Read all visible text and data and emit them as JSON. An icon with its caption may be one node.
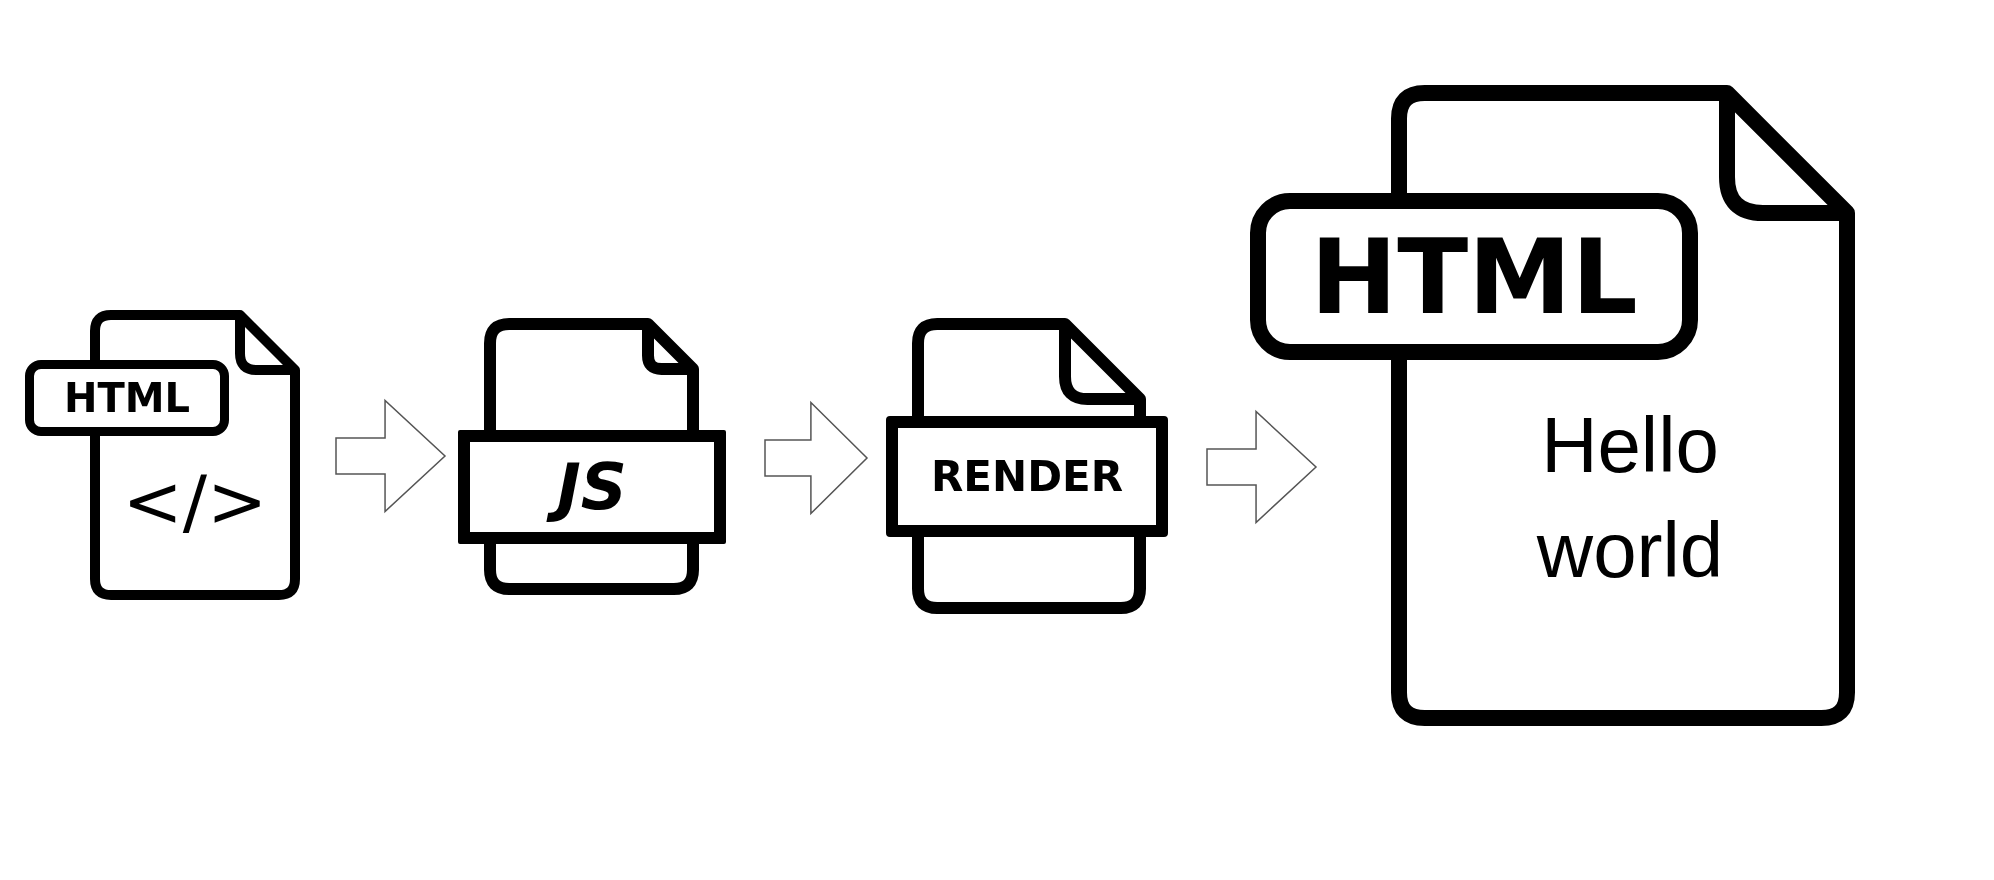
{
  "diagram": {
    "nodes": [
      {
        "text": [
          "HTML",
          "</>"
        ]
      },
      {
        "text": [
          "JS"
        ]
      },
      {
        "text": [
          "RENDER"
        ]
      },
      {
        "text": [
          "HTML",
          "Hello world"
        ]
      }
    ],
    "edges": [
      {
        "from": 0,
        "to": 1,
        "arrow": "to"
      },
      {
        "from": 1,
        "to": 2,
        "arrow": "to"
      },
      {
        "from": 2,
        "to": 3,
        "arrow": "to"
      }
    ]
  }
}
